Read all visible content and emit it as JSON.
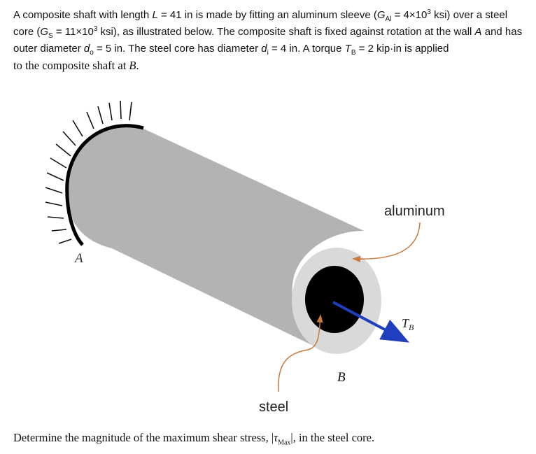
{
  "problem": {
    "s1": "A composite shaft with length ",
    "L_sym": "L",
    "s2": " = 41 in is made by fitting an aluminum sleeve (",
    "GAl_sym": "G",
    "GAl_sub": "Al",
    "s3": " = 4×10",
    "exp": "3",
    "s4": " ksi) over a steel core (",
    "Gs_sym": "G",
    "Gs_sub": "S",
    "s5": " = 11×10",
    "s6": " ksi), as illustrated below. The composite shaft is fixed against rotation at the wall ",
    "A_sym": "A",
    "s7": " and has outer diameter ",
    "do_sym": "d",
    "do_sub": "o",
    "s8": " = 5 in. The steel core has diameter ",
    "di_sym": "d",
    "di_sub": "i",
    "s9": " = 4 in. A torque ",
    "TB_sym": "T",
    "TB_sub": "B",
    "s10": " = 2 kip·in is applied",
    "s11": "to the composite shaft at ",
    "B_sym": "B",
    "s12": "."
  },
  "figure": {
    "label_A": "A",
    "label_B": "B",
    "label_aluminum": "aluminum",
    "label_steel": "steel",
    "label_T": "T",
    "label_T_sub": "B",
    "colors": {
      "shaft_body": "#b3b3b3",
      "sleeve_face": "#d9d9d9",
      "steel_core": "#000000",
      "torque_arrow": "#1f3fbf",
      "leader_line": "#c87a3c"
    }
  },
  "question": {
    "text": "Determine the magnitude of the maximum shear stress, |",
    "tau": "τ",
    "tau_sub": "Max",
    "end": "|, in the steel core."
  }
}
